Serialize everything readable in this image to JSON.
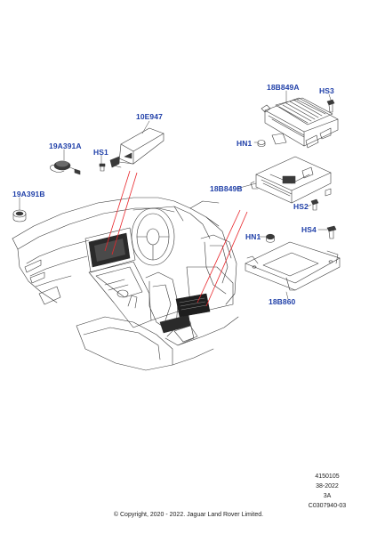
{
  "callouts": {
    "c_10E947": "10E947",
    "c_19A391A": "19A391A",
    "c_HS1": "HS1",
    "c_19A391B": "19A391B",
    "c_18B849A": "18B849A",
    "c_HS3": "HS3",
    "c_HN1_top": "HN1",
    "c_18B849B": "18B849B",
    "c_HS2": "HS2",
    "c_HN1_mid": "HN1",
    "c_HS4": "HS4",
    "c_18B860": "18B860"
  },
  "footer": {
    "ref_number": "4150105",
    "date_code": "38-2022",
    "revision": "3A",
    "drawing_id": "C0307940-03",
    "copyright": "© Copyright, 2020 - 2022. Jaguar Land Rover Limited."
  },
  "colors": {
    "callout_blue": "#1f3fa8",
    "leader_red": "#e8262b",
    "line_art": "#3a3a3a",
    "module_fill": "#2a2a2a"
  }
}
